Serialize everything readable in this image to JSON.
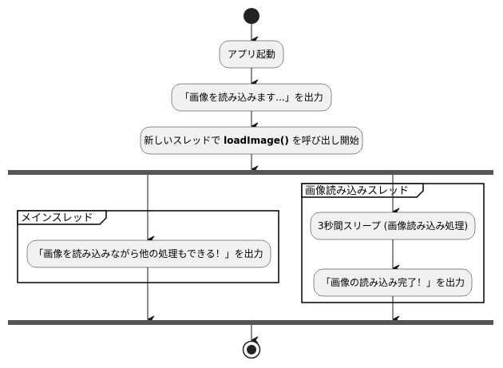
{
  "activities": {
    "launch": "アプリ起動",
    "loading_msg": "「画像を読み込みます...」を出力",
    "start_thread_pre": "新しいスレッドで ",
    "start_thread_fn": "loadImage()",
    "start_thread_post": " を呼び出し開始",
    "main_msg": "「画像を読み込みながら他の処理もできる！」を出力",
    "sleep": "3秒間スリープ (画像読み込み処理)",
    "done_msg": "「画像の読み込み完了！」を出力"
  },
  "partitions": {
    "main_thread": "メインスレッド",
    "loader_thread": "画像読み込みスレッド"
  }
}
